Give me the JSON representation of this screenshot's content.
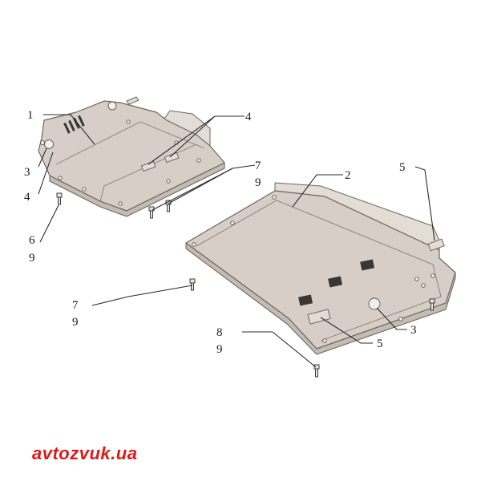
{
  "callouts": {
    "c1": "1",
    "c2": "2",
    "c3a": "3",
    "c3b": "3",
    "c4a": "4",
    "c4b": "4",
    "c5a": "5",
    "c5b": "5",
    "c6": "6",
    "c7a": "7",
    "c7b": "7",
    "c8": "8",
    "c9a": "9",
    "c9b": "9",
    "c9c": "9",
    "c9d": "9"
  },
  "watermark": "avtozvuk.ua",
  "colors": {
    "plate": "#d7cfc7",
    "outline": "#6e6660",
    "watermark": "#e01818"
  }
}
